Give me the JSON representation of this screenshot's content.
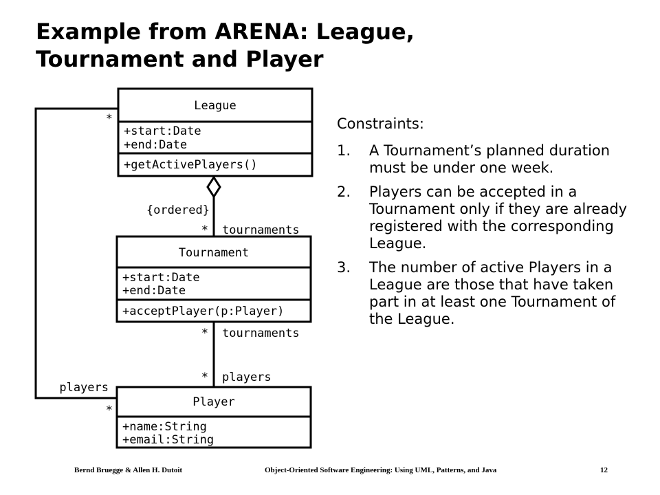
{
  "slide": {
    "title_line1": "Example from ARENA:  League,",
    "title_line2": "Tournament and Player"
  },
  "diagram": {
    "classes": {
      "league": {
        "name": "League",
        "attributes": [
          "+start:Date",
          "+end:Date"
        ],
        "operations": [
          "+getActivePlayers()"
        ]
      },
      "tournament": {
        "name": "Tournament",
        "attributes": [
          "+start:Date",
          "+end:Date"
        ],
        "operations": [
          "+acceptPlayer(p:Player)"
        ]
      },
      "player": {
        "name": "Player",
        "attributes": [
          "+name:String",
          "+email:String"
        ]
      }
    },
    "associations": {
      "league_tournament": {
        "constraint": "{ordered}",
        "tournament_multiplicity": "*",
        "tournament_role": "tournaments"
      },
      "tournament_player": {
        "tournament_multiplicity": "*",
        "tournament_role": "tournaments",
        "player_multiplicity": "*",
        "player_role": "players"
      },
      "league_player": {
        "league_multiplicity": "*",
        "player_multiplicity": "*",
        "player_role": "players"
      }
    }
  },
  "constraints": {
    "heading": "Constraints:",
    "items": [
      {
        "number": "1.",
        "text": "A Tournament’s planned duration must be under one week."
      },
      {
        "number": "2.",
        "text": "Players can be accepted in a Tournament only if they are already registered with the corresponding League."
      },
      {
        "number": "3.",
        "text": "The number of active Players in a League are those that have taken part in at least one Tournament of the League."
      }
    ]
  },
  "footer": {
    "authors": "Bernd Bruegge & Allen H. Dutoit",
    "book": "Object-Oriented Software Engineering: Using UML, Patterns, and Java",
    "page": "12"
  }
}
